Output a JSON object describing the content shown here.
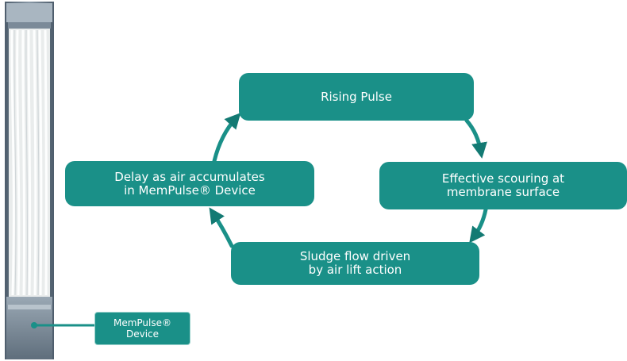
{
  "colors": {
    "teal": "#1a9088",
    "teal_dark": "#137a73",
    "module_frame": "#6d7e8e",
    "module_tubes": "#f1efe9"
  },
  "diagram": {
    "steps": [
      "Rising Pulse",
      "Effective scouring at\nmembrane surface",
      "Sludge flow driven\nby air lift action",
      "Delay as air accumulates\nin MemPulse® Device"
    ],
    "callout": "MemPulse®\nDevice"
  }
}
